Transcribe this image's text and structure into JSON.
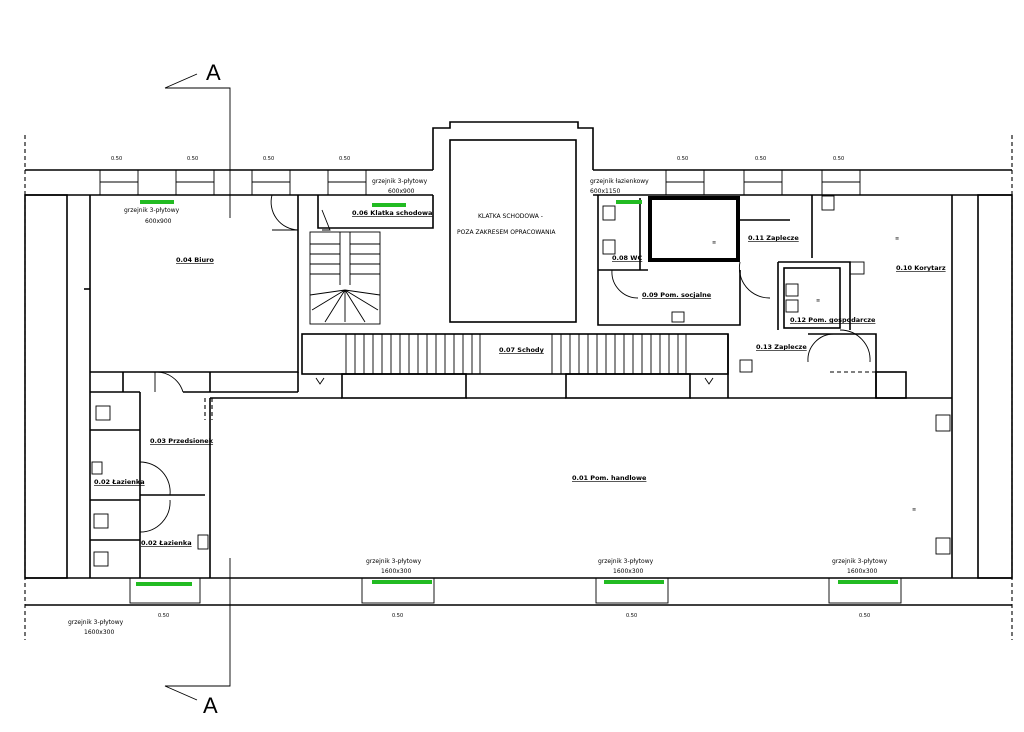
{
  "section_marker": "A",
  "stair_note_line1": "KLATKA SCHODOWA -",
  "stair_note_line2": "POZA ZAKRESEM OPRACOWANIA",
  "rooms": {
    "r004": "0.04 Biuro",
    "r006": "0.06 Klatka schodowa",
    "r007": "0.07 Schody",
    "r001": "0.01 Pom. handlowe",
    "r003": "0.03 Przedsionek",
    "r002a": "0.02 Łazienka",
    "r002b": "0.02 Łazienka",
    "r009": "0.09 Pom. socjalne",
    "r008": "0.08 WC",
    "r011": "0.11 Zaplecze",
    "r010": "0.10 Korytarz",
    "r012": "0.12 Pom. gospodarcze",
    "r013": "0.13 Zaplecze"
  },
  "heaters": {
    "h1_line1": "grzejnik 3-płytowy",
    "h1_line2": "600x900",
    "h2_line1": "grzejnik 3-płytowy",
    "h2_line2": "600x900",
    "h3_line1": "grzejnik łazienkowy",
    "h3_line2": "600x1150",
    "h4_line1": "grzejnik 3-płytowy",
    "h4_line2": "1600x300",
    "h5_line1": "grzejnik 3-płytowy",
    "h5_line2": "1600x300",
    "h6_line1": "grzejnik 3-płytowy",
    "h6_line2": "1600x300",
    "h7_line1": "grzejnik 3-płytowy",
    "h7_line2": "1600x300"
  },
  "dims": {
    "top": [
      "0.50",
      "0.50",
      "0.50",
      "0.50",
      "0.50",
      "0.50",
      "0.50"
    ],
    "bottom": [
      "0.50",
      "0.50",
      "0.50",
      "0.50"
    ]
  },
  "colors": {
    "heater": "#22bb22",
    "line": "#000000",
    "background": "#ffffff"
  }
}
